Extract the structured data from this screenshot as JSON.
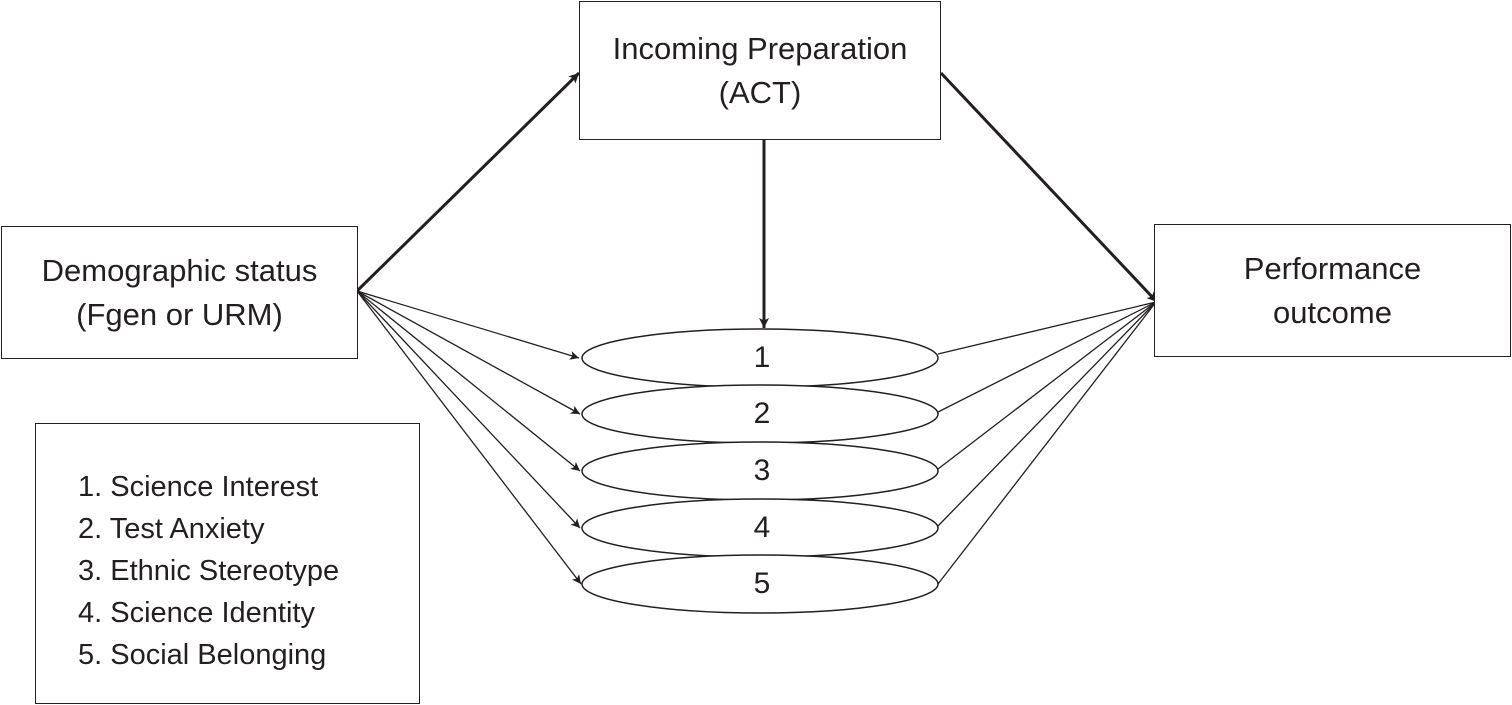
{
  "nodes": {
    "incoming_preparation": {
      "line1": "Incoming Preparation",
      "line2": "(ACT)"
    },
    "demographic_status": {
      "line1": "Demographic status",
      "line2": "(Fgen or URM)"
    },
    "performance_outcome": {
      "line1": "Performance",
      "line2": "outcome"
    }
  },
  "mediators": [
    "1",
    "2",
    "3",
    "4",
    "5"
  ],
  "legend": [
    "1. Science Interest",
    "2. Test Anxiety",
    "3. Ethnic Stereotype",
    "4. Science Identity",
    "5. Social Belonging"
  ],
  "colors": {
    "ink": "#231f20",
    "background": "#ffffff"
  }
}
